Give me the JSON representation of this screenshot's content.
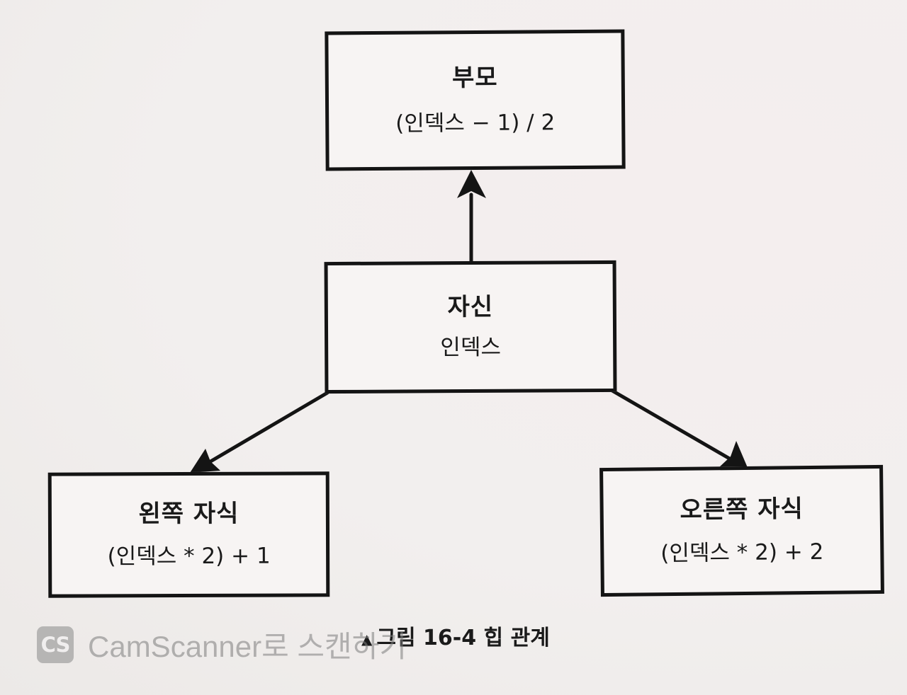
{
  "diagram": {
    "nodes": [
      {
        "id": "parent",
        "title": "부모",
        "formula": "(인덱스 − 1) / 2"
      },
      {
        "id": "self",
        "title": "자신",
        "formula": "인덱스"
      },
      {
        "id": "left",
        "title": "왼쪽 자식",
        "formula": "(인덱스 * 2) + 1"
      },
      {
        "id": "right",
        "title": "오른쪽 자식",
        "formula": "(인덱스 * 2) + 2"
      }
    ],
    "edges": [
      {
        "from": "self",
        "to": "parent"
      },
      {
        "from": "self",
        "to": "left"
      },
      {
        "from": "self",
        "to": "right"
      }
    ],
    "caption": {
      "marker": "▲",
      "text": "그림 16-4 힙 관계"
    }
  },
  "watermark": {
    "logo_text": "CS",
    "text": "CamScanner로 스캔하기"
  }
}
